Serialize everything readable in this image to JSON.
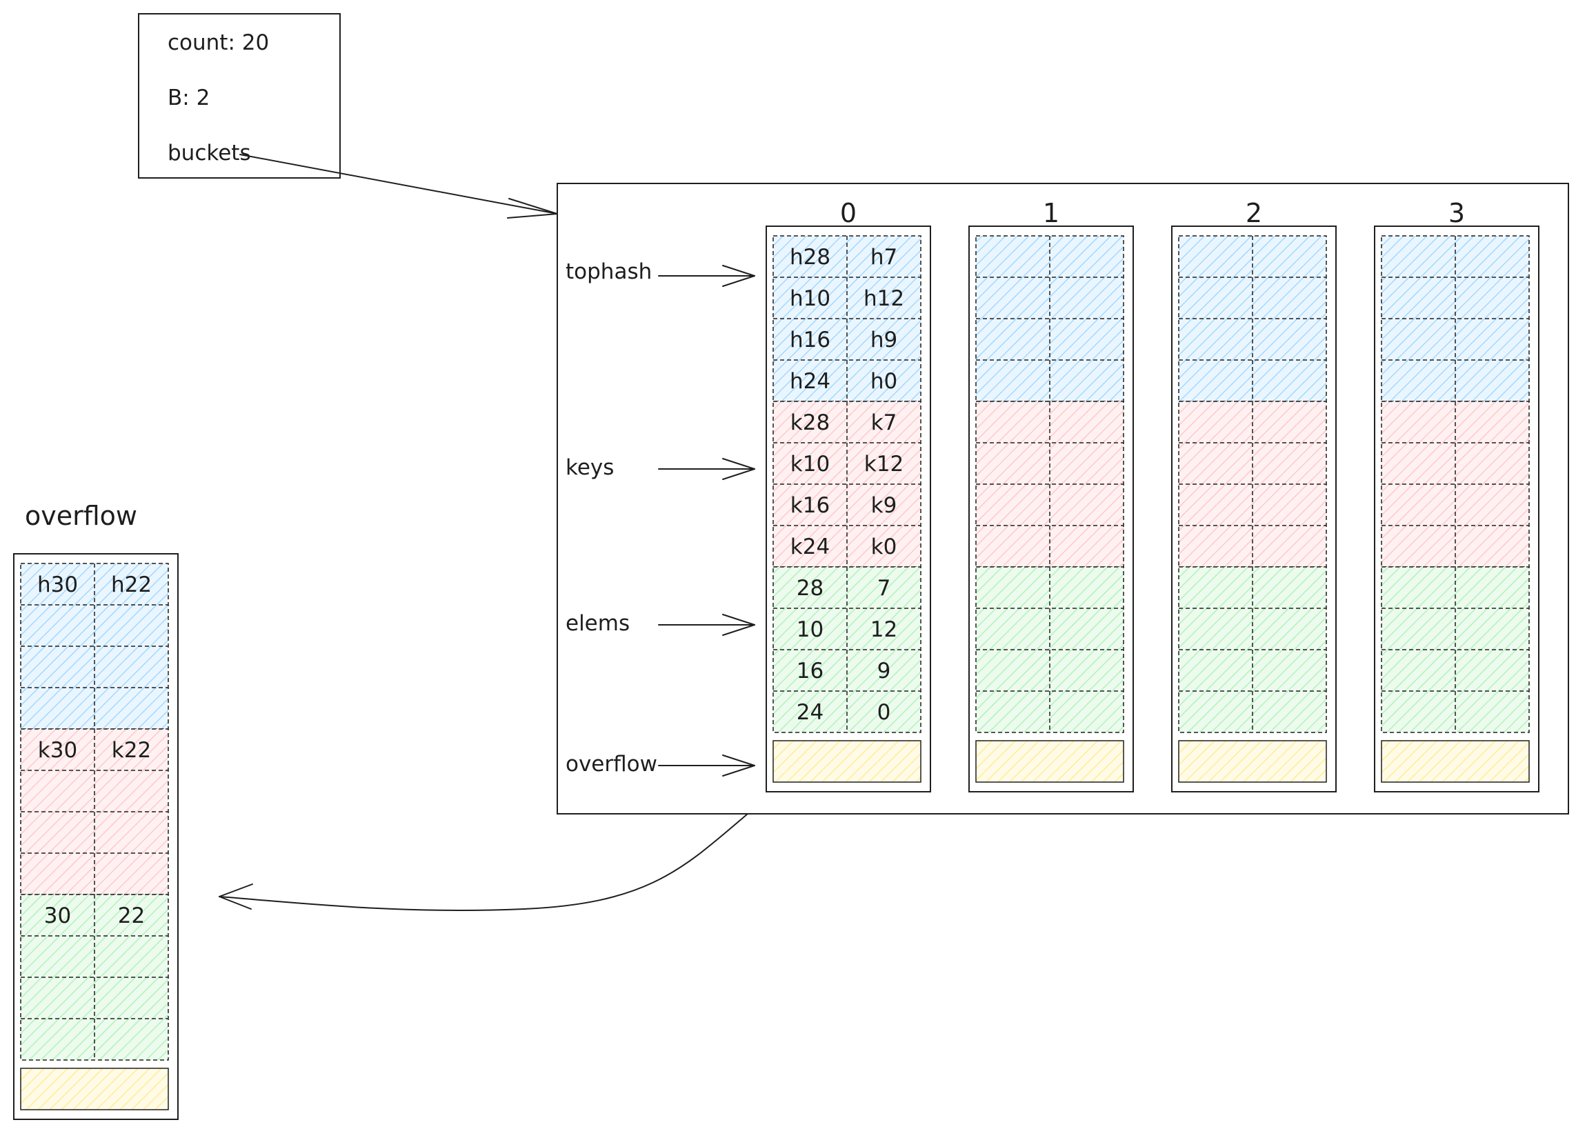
{
  "hmap": {
    "count_label": "count: 20",
    "b_label": "B: 2",
    "buckets_label": "buckets"
  },
  "bucket_array": {
    "row_labels": {
      "tophash": "tophash",
      "keys": "keys",
      "elems": "elems",
      "overflow": "overflow"
    },
    "buckets": [
      {
        "index": "0",
        "tophash": [
          [
            "h28",
            "h7"
          ],
          [
            "h10",
            "h12"
          ],
          [
            "h16",
            "h9"
          ],
          [
            "h24",
            "h0"
          ]
        ],
        "keys": [
          [
            "k28",
            "k7"
          ],
          [
            "k10",
            "k12"
          ],
          [
            "k16",
            "k9"
          ],
          [
            "k24",
            "k0"
          ]
        ],
        "elems": [
          [
            "28",
            "7"
          ],
          [
            "10",
            "12"
          ],
          [
            "16",
            "9"
          ],
          [
            "24",
            "0"
          ]
        ]
      },
      {
        "index": "1",
        "tophash": [
          [
            "",
            ""
          ],
          [
            "",
            ""
          ],
          [
            "",
            ""
          ],
          [
            "",
            ""
          ]
        ],
        "keys": [
          [
            "",
            ""
          ],
          [
            "",
            ""
          ],
          [
            "",
            ""
          ],
          [
            "",
            ""
          ]
        ],
        "elems": [
          [
            "",
            ""
          ],
          [
            "",
            ""
          ],
          [
            "",
            ""
          ],
          [
            "",
            ""
          ]
        ]
      },
      {
        "index": "2",
        "tophash": [
          [
            "",
            ""
          ],
          [
            "",
            ""
          ],
          [
            "",
            ""
          ],
          [
            "",
            ""
          ]
        ],
        "keys": [
          [
            "",
            ""
          ],
          [
            "",
            ""
          ],
          [
            "",
            ""
          ],
          [
            "",
            ""
          ]
        ],
        "elems": [
          [
            "",
            ""
          ],
          [
            "",
            ""
          ],
          [
            "",
            ""
          ],
          [
            "",
            ""
          ]
        ]
      },
      {
        "index": "3",
        "tophash": [
          [
            "",
            ""
          ],
          [
            "",
            ""
          ],
          [
            "",
            ""
          ],
          [
            "",
            ""
          ]
        ],
        "keys": [
          [
            "",
            ""
          ],
          [
            "",
            ""
          ],
          [
            "",
            ""
          ],
          [
            "",
            ""
          ]
        ],
        "elems": [
          [
            "",
            ""
          ],
          [
            "",
            ""
          ],
          [
            "",
            ""
          ],
          [
            "",
            ""
          ]
        ]
      }
    ]
  },
  "overflow_bucket": {
    "title": "overflow",
    "tophash": [
      [
        "h30",
        "h22"
      ],
      [
        "",
        ""
      ],
      [
        "",
        ""
      ],
      [
        "",
        ""
      ]
    ],
    "keys": [
      [
        "k30",
        "k22"
      ],
      [
        "",
        ""
      ],
      [
        "",
        ""
      ],
      [
        "",
        ""
      ]
    ],
    "elems": [
      [
        "30",
        "22"
      ],
      [
        "",
        ""
      ],
      [
        "",
        ""
      ],
      [
        "",
        ""
      ]
    ]
  },
  "colors": {
    "tophash": "#a5d8ff",
    "keys": "#ffc9c9",
    "elems": "#b2f2bb",
    "overflow_ptr": "#ffec99",
    "stroke": "#1e1e1e"
  }
}
